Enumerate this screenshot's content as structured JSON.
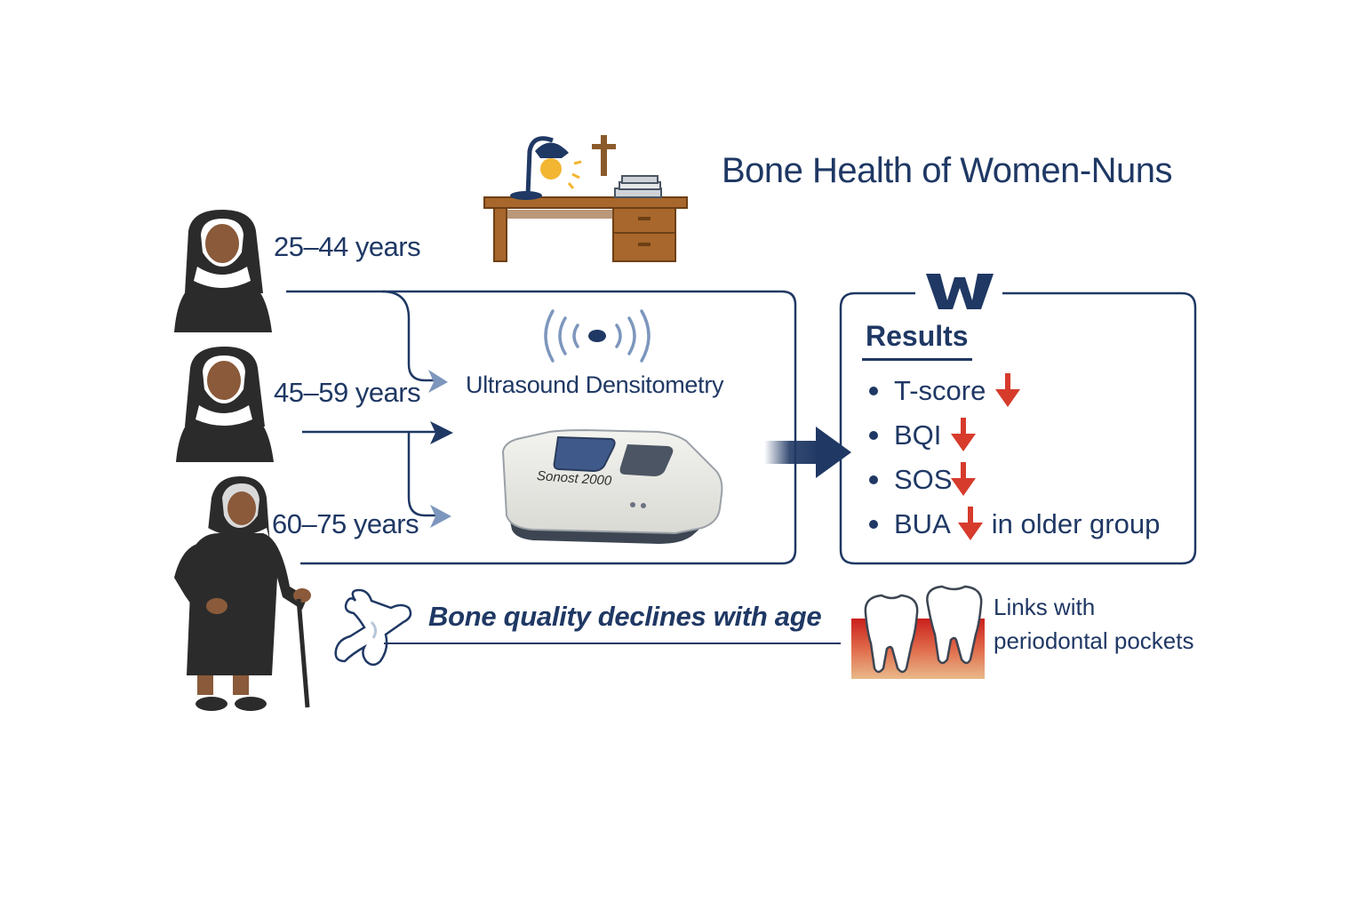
{
  "title": "Bone Health of Women-Nuns",
  "age_groups": [
    {
      "label": "25–44 years"
    },
    {
      "label": "45–59 years"
    },
    {
      "label": "60–75 years"
    }
  ],
  "method": {
    "label": "Ultrasound Densitometry",
    "device_name": "Sonost 2000"
  },
  "results": {
    "title": "Results",
    "items": [
      {
        "label": "T-score",
        "note": ""
      },
      {
        "label": "BQI",
        "note": ""
      },
      {
        "label": "SOS",
        "note": ""
      },
      {
        "label": "BUA",
        "note": "in older group"
      }
    ],
    "trend_icon": "down-arrow-icon"
  },
  "tagline": "Bone quality declines with age",
  "dental_note": {
    "line1": "Links with",
    "line2": "periodontal pockets"
  },
  "colors": {
    "navy": "#1f3864",
    "arrow_light": "#7d96bd",
    "decline_red": "#d63b2c",
    "habit": "#2b2b2b",
    "skin": "#8a5a3a",
    "wood": "#a8672c"
  },
  "icons": [
    "nun-young-icon",
    "nun-middle-icon",
    "nun-elderly-icon",
    "desk-lamp-icon",
    "cross-icon",
    "books-icon",
    "wave-signal-icon",
    "densitometer-device-icon",
    "bone-icon",
    "teeth-icon",
    "logo-w-icon"
  ]
}
